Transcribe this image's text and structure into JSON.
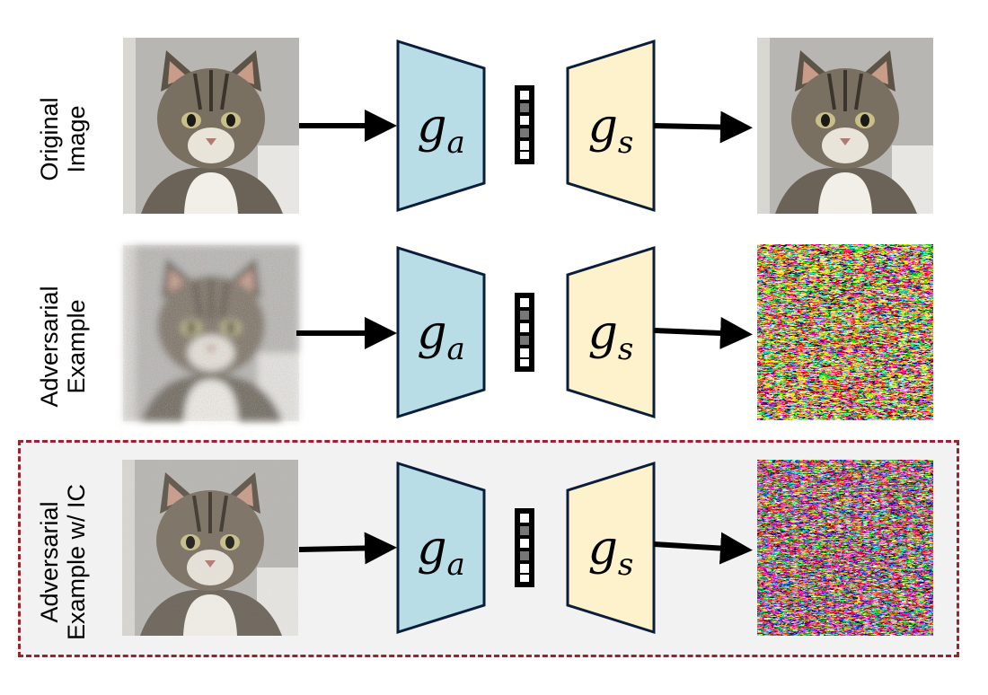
{
  "rows": [
    {
      "label_line1": "Original",
      "label_line2": "Image",
      "input": "clean-cat",
      "output": "clean-cat"
    },
    {
      "label_line1": "Adversarial",
      "label_line2": "Example",
      "input": "noisy-blurred-cat",
      "output": "noise-pattern"
    },
    {
      "label_line1": "Adversarial",
      "label_line2": "Example w/ IC",
      "input": "slightly-noisy-cat",
      "output": "noise-pattern"
    }
  ],
  "encoder": {
    "symbol": "g",
    "subscript": "a",
    "color": "#b8dde6"
  },
  "decoder": {
    "symbol": "g",
    "subscript": "s",
    "color": "#fdf2cc"
  },
  "highlight_border_color": "#992233"
}
